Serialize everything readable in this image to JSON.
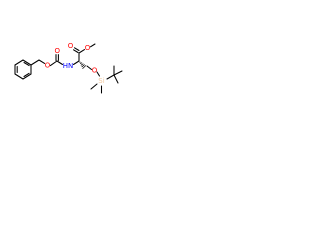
{
  "atom_labels": {
    "ester_carbonyl_oxygen": "O",
    "ester_ether_oxygen": "O",
    "carbamate_carbonyl_oxygen": "O",
    "carbamate_ether_oxygen": "O",
    "amide_nitrogen": "HN",
    "silyl_ether_oxygen": "O",
    "silicon": "Si"
  },
  "colors": {
    "bond": "#000000",
    "oxygen": "#ff0000",
    "nitrogen": "#0000ff",
    "silicon": "#f0c8a0",
    "background": "#ffffff"
  }
}
